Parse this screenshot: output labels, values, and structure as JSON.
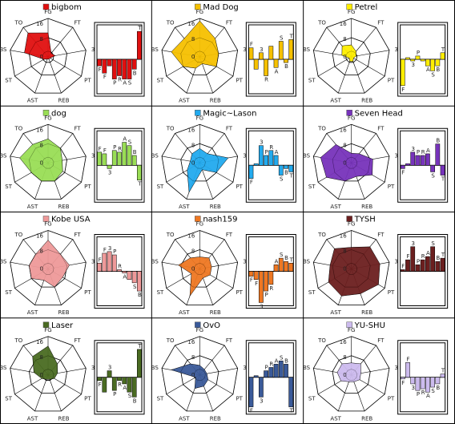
{
  "axis_labels": [
    "FG",
    "FT",
    "3",
    "PT",
    "REB",
    "AST",
    "ST",
    "BS",
    "TO"
  ],
  "scale_labels": [
    "16",
    "8",
    "0"
  ],
  "chart_data": [
    {
      "type": "radar+bar",
      "name": "bigbom",
      "color": "#e01010",
      "radar": [
        10,
        2,
        3,
        1,
        1,
        1,
        2,
        10,
        13
      ],
      "bars": [
        -0.2,
        -0.42,
        -0.2,
        -0.6,
        -0.5,
        -0.6,
        -0.6,
        -0.3,
        0.85
      ],
      "bar_labels": [
        "F",
        "F",
        "",
        "P",
        "R",
        "A",
        "S",
        "B",
        "T"
      ]
    },
    {
      "type": "radar+bar",
      "name": "Mad Dog",
      "color": "#f5c000",
      "radar": [
        15,
        10,
        8,
        8,
        3,
        5,
        8,
        12,
        10
      ],
      "bars": [
        0.35,
        -0.3,
        0.2,
        -0.5,
        0.4,
        -0.25,
        0.55,
        -0.1,
        0.6
      ],
      "bar_labels": [
        "F",
        "",
        "3",
        "R",
        "",
        "A",
        "S",
        "B",
        "T"
      ]
    },
    {
      "type": "radar+bar",
      "name": "Petrel",
      "color": "#ffee00",
      "radar": [
        5,
        3,
        2,
        1,
        2,
        2,
        1,
        4,
        6
      ],
      "bars": [
        -0.8,
        0.05,
        -0.05,
        0.1,
        -0.05,
        -0.2,
        -0.35,
        -0.2,
        0.2
      ],
      "bar_labels": [
        "F",
        "",
        "3",
        "P",
        "",
        "A",
        "S",
        "B",
        "T"
      ]
    },
    {
      "type": "radar+bar",
      "name": "dog",
      "color": "#99dd55",
      "radar": [
        10,
        8,
        6,
        7,
        8,
        8,
        8,
        12,
        10
      ],
      "bars": [
        0.4,
        0.35,
        -0.1,
        0.45,
        0.4,
        0.7,
        0.6,
        0.3,
        -0.45
      ],
      "bar_labels": [
        "F",
        "F",
        "3",
        "P",
        "R",
        "A",
        "S",
        "B",
        "T"
      ]
    },
    {
      "type": "radar+bar",
      "name": "Magic~Lason",
      "color": "#22aaee",
      "radar": [
        6,
        5,
        12,
        8,
        3,
        13,
        6,
        4,
        5
      ],
      "bars": [
        -0.4,
        0.05,
        0.6,
        0.3,
        0.45,
        0.3,
        -0.3,
        -0.1,
        -0.2
      ],
      "bar_labels": [
        "F",
        "",
        "3",
        "P",
        "R",
        "A",
        "S",
        "B",
        "T"
      ]
    },
    {
      "type": "radar+bar",
      "name": "Seven Head",
      "color": "#7733bb",
      "radar": [
        4,
        5,
        9,
        10,
        6,
        8,
        12,
        13,
        10
      ],
      "bars": [
        -0.1,
        0.05,
        0.4,
        0.3,
        0.3,
        0.35,
        -0.2,
        0.65,
        -0.3
      ],
      "bar_labels": [
        "F",
        "",
        "3",
        "P",
        "R",
        "A",
        "S",
        "B",
        "T"
      ]
    },
    {
      "type": "radar+bar",
      "name": "Kobe USA",
      "color": "#ee9999",
      "radar": [
        12,
        8,
        9,
        7,
        8,
        5,
        8,
        8,
        8
      ],
      "bars": [
        0.25,
        0.55,
        0.6,
        0.5,
        0.05,
        -0.05,
        -0.25,
        -0.35,
        -0.6
      ],
      "bar_labels": [
        "F",
        "F",
        "3",
        "P",
        "R",
        "A",
        "",
        "S",
        "B"
      ]
    },
    {
      "type": "radar+bar",
      "name": "nash159",
      "color": "#ee7722",
      "radar": [
        5,
        6,
        5,
        5,
        4,
        12,
        4,
        9,
        6
      ],
      "bars": [
        -0.15,
        -0.25,
        -0.95,
        -0.6,
        -0.4,
        0.2,
        0.4,
        0.3,
        0.25
      ],
      "bar_labels": [
        "F",
        "F",
        "3",
        "P",
        "R",
        "A",
        "S",
        "B",
        "T"
      ]
    },
    {
      "type": "radar+bar",
      "name": "TYSH",
      "color": "#6b1f1f",
      "radar": [
        9,
        12,
        12,
        13,
        11,
        12,
        11,
        9,
        11
      ],
      "bars": [
        0.05,
        0.35,
        0.75,
        0.2,
        0.35,
        0.45,
        0.75,
        0.3,
        0.4
      ],
      "bar_labels": [
        "F",
        "F",
        "3",
        "P",
        "R",
        "A",
        "S",
        "B",
        "T"
      ]
    },
    {
      "type": "radar+bar",
      "name": "Laser",
      "color": "#4a6b22",
      "radar": [
        12,
        6,
        4,
        3,
        2,
        2,
        3,
        6,
        10
      ],
      "bars": [
        -0.1,
        -0.45,
        0.2,
        -0.4,
        -0.1,
        -0.2,
        -0.45,
        -0.6,
        0.85
      ],
      "bar_labels": [
        "F",
        "",
        "3",
        "P",
        "R",
        "A",
        "S",
        "B",
        "T"
      ]
    },
    {
      "type": "radar+bar",
      "name": "OvO",
      "color": "#3a5a99",
      "radar": [
        4,
        3,
        3,
        4,
        5,
        6,
        2,
        12,
        6
      ],
      "bars": [
        -0.9,
        0.05,
        -0.6,
        0.2,
        0.3,
        0.4,
        0.5,
        0.4,
        -0.9
      ],
      "bar_labels": [
        "F",
        "",
        "3",
        "P",
        "R",
        "A",
        "S",
        "B",
        "T"
      ]
    },
    {
      "type": "radar+bar",
      "name": "YU-SHU",
      "color": "#ccbbee",
      "radar": [
        5,
        6,
        4,
        4,
        3,
        3,
        5,
        6,
        6
      ],
      "bars": [
        -0.05,
        0.45,
        -0.2,
        -0.4,
        -0.35,
        -0.45,
        -0.3,
        -0.2,
        0.1
      ],
      "bar_labels": [
        "F",
        "F",
        "3",
        "P",
        "R",
        "A",
        "S",
        "B",
        "T"
      ]
    }
  ]
}
